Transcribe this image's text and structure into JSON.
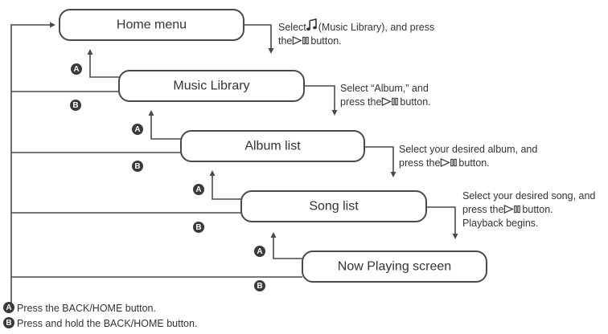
{
  "steps": [
    {
      "label": "Home menu",
      "note": [
        {
          "text": "Select "
        },
        {
          "icon": "music-note-icon"
        },
        {
          "text": "(Music Library), and press"
        },
        {
          "br": true
        },
        {
          "text": "the "
        },
        {
          "icon": "play-pause-icon"
        },
        {
          "text": " button."
        }
      ]
    },
    {
      "label": "Music Library",
      "note": [
        {
          "text": "Select “Album,” and"
        },
        {
          "br": true
        },
        {
          "text": "press the "
        },
        {
          "icon": "play-pause-icon"
        },
        {
          "text": " button."
        }
      ]
    },
    {
      "label": "Album list",
      "note": [
        {
          "text": "Select your desired album, and"
        },
        {
          "br": true
        },
        {
          "text": "press the "
        },
        {
          "icon": "play-pause-icon"
        },
        {
          "text": " button."
        }
      ]
    },
    {
      "label": "Song list",
      "note": [
        {
          "text": "Select your desired song, and"
        },
        {
          "br": true
        },
        {
          "text": "press the "
        },
        {
          "icon": "play-pause-icon"
        },
        {
          "text": " button."
        },
        {
          "br": true
        },
        {
          "text": "Playback begins."
        }
      ]
    },
    {
      "label": "Now Playing screen",
      "note": []
    }
  ],
  "badges": {
    "a": "A",
    "b": "B"
  },
  "legend": {
    "a_text": "Press the BACK/HOME button.",
    "b_text": "Press and hold the BACK/HOME button."
  },
  "colors": {
    "badge": "#3a3a3a",
    "line": "#4a4a4a",
    "text": "#333333"
  }
}
